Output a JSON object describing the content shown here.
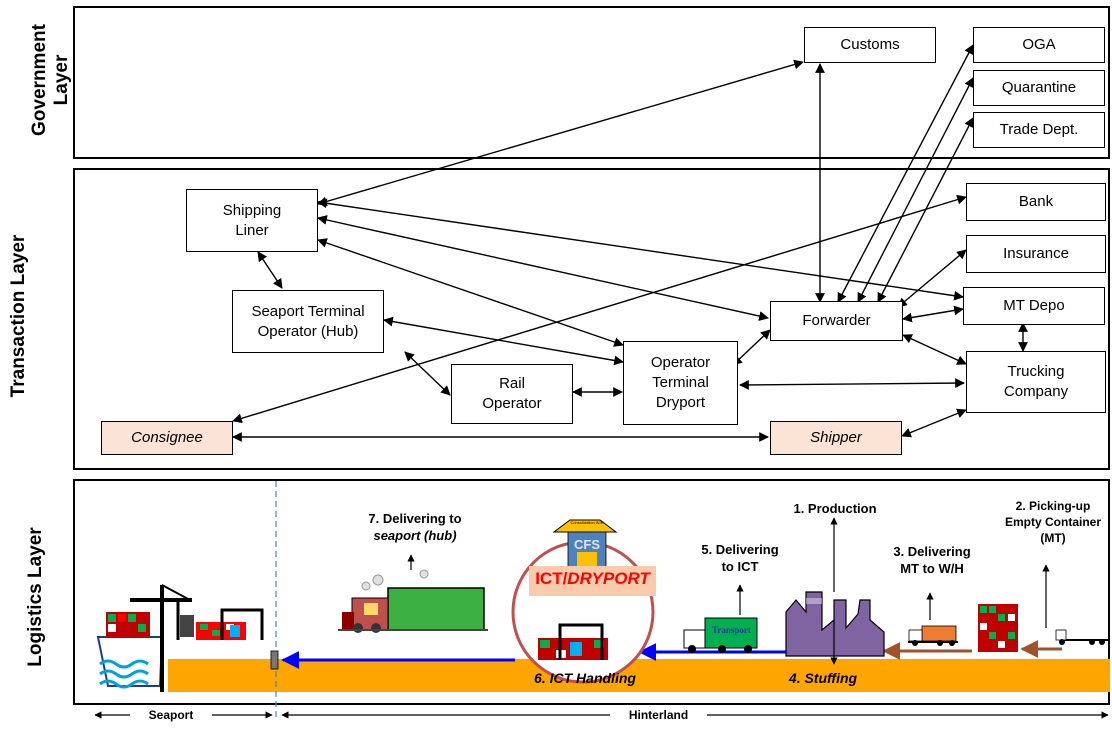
{
  "layers": {
    "government": "Government\nLayer",
    "transaction": "Transaction Layer",
    "logistics": "Logistics Layer"
  },
  "nodes": {
    "customs": "Customs",
    "oga": "OGA",
    "quarantine": "Quarantine",
    "trade_dept": "Trade Dept.",
    "shipping_liner": "Shipping\nLiner",
    "bank": "Bank",
    "insurance": "Insurance",
    "seaport_terminal_operator": "Seaport Terminal\nOperator (Hub)",
    "mt_depo": "MT Depo",
    "forwarder": "Forwarder",
    "rail_operator": "Rail\nOperator",
    "operator_terminal_dryport": "Operator\nTerminal\nDryport",
    "trucking_company": "Trucking\nCompany",
    "consignee": "Consignee",
    "shipper": "Shipper"
  },
  "logistics_steps": {
    "step1": "1. Production",
    "step2": "2. Picking-up\nEmpty Container\n(MT)",
    "step3": "3. Delivering\nMT to W/H",
    "step4": "4. Stuffing",
    "step5": "5. Delivering\nto ICT",
    "step6": "6.  ICT Handling",
    "step7_line1": "7. Delivering to",
    "step7_line2": "seaport (hub)"
  },
  "ict": {
    "ict_text": "ICT/",
    "dryport_text": "DRYPORT",
    "cfs_label": "CFS",
    "cfs_small": "Consolidation W/H",
    "truck_text": "Transport"
  },
  "zones": {
    "seaport": "Seaport",
    "hinterland": "Hinterland"
  },
  "colors": {
    "peach": "#fbe4d5",
    "orange_road": "#ffa500",
    "blue_arrow": "#0000ff",
    "brown_arrow": "#a0522d",
    "ict_circle": "#c0504d",
    "ict_label_bg": "#f8cbad",
    "ict_text": "#ff0000",
    "dashed_line": "#4f81bd"
  }
}
